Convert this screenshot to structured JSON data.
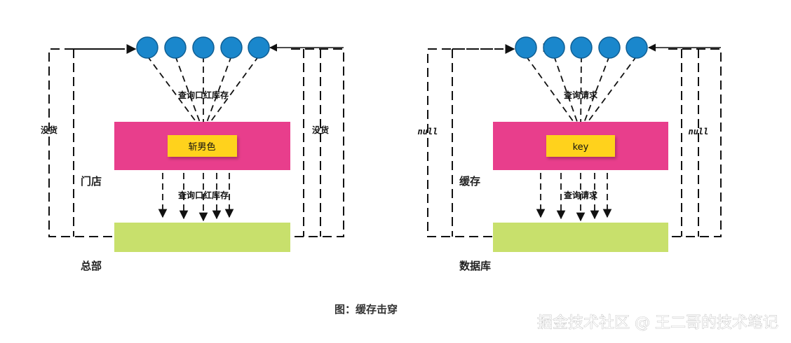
{
  "left": {
    "cache_label": "门店",
    "db_label": "总部",
    "inner_label": "斩男色",
    "top_arrow_label": "查询口红库存",
    "bottom_arrow_label": "查询口红库存",
    "side_left_label": "没货",
    "side_right_label": "没货"
  },
  "right": {
    "cache_label": "缓存",
    "db_label": "数据库",
    "inner_label": "key",
    "top_arrow_label": "查询请求",
    "bottom_arrow_label": "查询请求",
    "side_left_label": "null",
    "side_right_label": "null"
  },
  "caption": "图：缓存击穿",
  "watermark": "掘金技术社区 @ 王二哥的技术笔记",
  "colors": {
    "cache": "#e83e8c",
    "db": "#c8e06c",
    "key": "#ffd21f",
    "node": "#1a87cc"
  }
}
